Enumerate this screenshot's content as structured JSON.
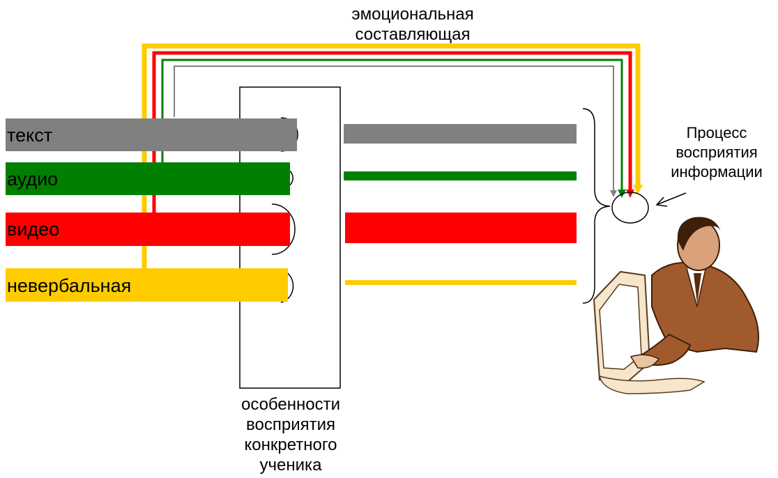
{
  "top_label": [
    "эмоциональная",
    "составляющая"
  ],
  "channels": [
    {
      "label": "текст",
      "color": "#808080"
    },
    {
      "label": "аудио",
      "color": "#008000"
    },
    {
      "label": "видео",
      "color": "#ff0000"
    },
    {
      "label": "невербальная",
      "color": "#ffcc00"
    }
  ],
  "filter_caption": [
    "особенности",
    "восприятия",
    "конкретного",
    "ученика"
  ],
  "process_label": [
    "Процесс",
    "восприятия",
    "информации"
  ],
  "illustration": "person-at-computer-clipart"
}
